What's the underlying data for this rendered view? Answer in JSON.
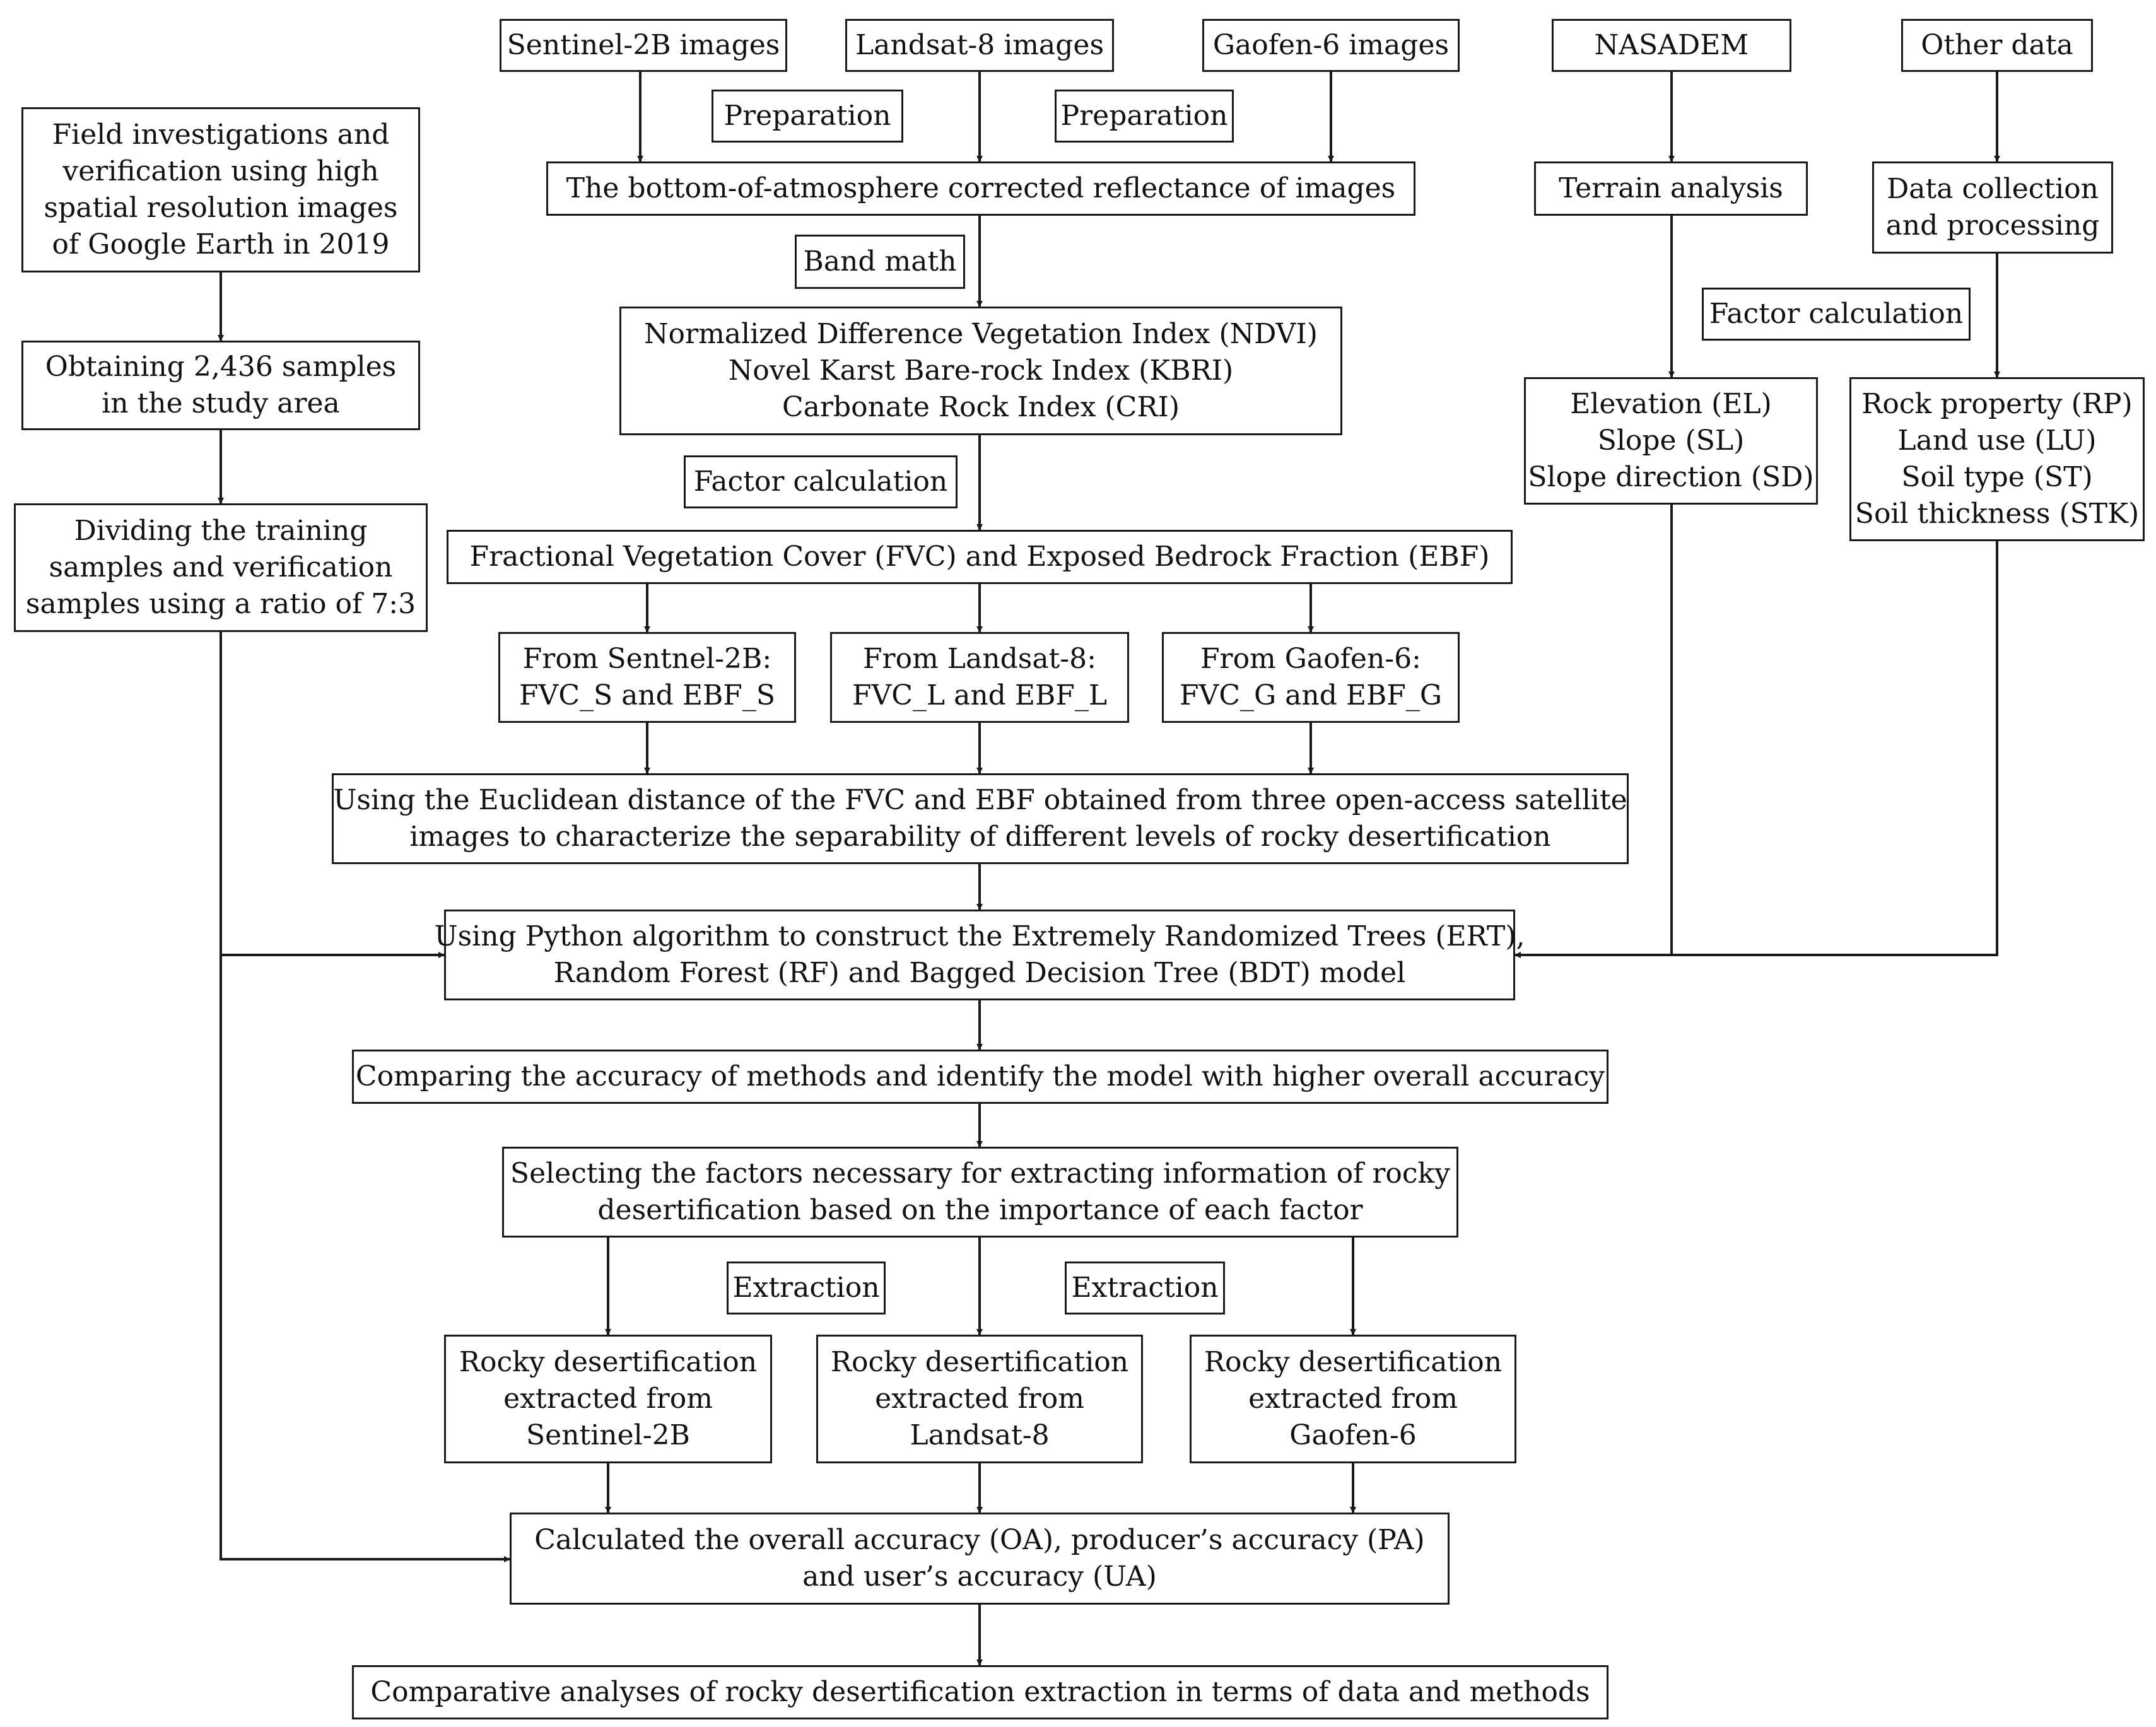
{
  "diagram": {
    "nodes": {
      "sentinel_images": {
        "lines": [
          "Sentinel-2B images"
        ]
      },
      "landsat_images": {
        "lines": [
          "Landsat-8 images"
        ]
      },
      "gaofen_images": {
        "lines": [
          "Gaofen-6 images"
        ]
      },
      "nasadem": {
        "lines": [
          "NASADEM"
        ]
      },
      "other_data": {
        "lines": [
          "Other data"
        ]
      },
      "field_investigations": {
        "lines": [
          "Field investigations and",
          "verification using high",
          "spatial resolution images",
          "of Google Earth in 2019"
        ]
      },
      "preparation_1": {
        "lines": [
          "Preparation"
        ]
      },
      "preparation_2": {
        "lines": [
          "Preparation"
        ]
      },
      "boa_reflectance": {
        "lines": [
          "The bottom-of-atmosphere corrected reflectance of images"
        ]
      },
      "terrain_analysis": {
        "lines": [
          "Terrain analysis"
        ]
      },
      "data_collection": {
        "lines": [
          "Data collection",
          "and processing"
        ]
      },
      "band_math": {
        "lines": [
          "Band math"
        ]
      },
      "factor_calc_right": {
        "lines": [
          "Factor calculation"
        ]
      },
      "indices": {
        "lines": [
          "Normalized Difference Vegetation Index (NDVI)",
          "Novel Karst Bare-rock Index (KBRI)",
          "Carbonate Rock Index (CRI)"
        ]
      },
      "obtaining_samples": {
        "lines": [
          "Obtaining 2,436 samples",
          "in the study area"
        ]
      },
      "terrain_factors": {
        "lines": [
          "Elevation (EL)",
          "Slope (SL)",
          "Slope direction (SD)"
        ]
      },
      "other_factors": {
        "lines": [
          "Rock property (RP)",
          "Land use (LU)",
          "Soil type (ST)",
          "Soil thickness (STK)"
        ]
      },
      "factor_calc_mid": {
        "lines": [
          "Factor calculation"
        ]
      },
      "dividing_samples": {
        "lines": [
          "Dividing the training",
          "samples and verification",
          "samples using a ratio of 7:3"
        ]
      },
      "fvc_ebf": {
        "lines": [
          "Fractional Vegetation Cover (FVC) and Exposed Bedrock Fraction (EBF)"
        ]
      },
      "from_sentinel": {
        "lines": [
          "From Sentnel-2B:",
          "FVC_S and EBF_S"
        ]
      },
      "from_landsat": {
        "lines": [
          "From Landsat-8:",
          "FVC_L and EBF_L"
        ]
      },
      "from_gaofen": {
        "lines": [
          "From Gaofen-6:",
          "FVC_G and EBF_G"
        ]
      },
      "euclidean": {
        "lines": [
          "Using the Euclidean distance of the FVC and EBF obtained from three open-access satellite",
          "images to characterize the separability of different levels of rocky desertification"
        ]
      },
      "python_models": {
        "lines": [
          "Using Python algorithm to construct the Extremely Randomized Trees (ERT),",
          "Random Forest (RF) and Bagged Decision Tree (BDT) model"
        ]
      },
      "comparing_accuracy": {
        "lines": [
          "Comparing the accuracy of methods and identify the model with higher overall accuracy"
        ]
      },
      "selecting_factors": {
        "lines": [
          "Selecting the factors necessary for extracting information of rocky",
          "desertification based on the importance of each factor"
        ]
      },
      "extraction_1": {
        "lines": [
          "Extraction"
        ]
      },
      "extraction_2": {
        "lines": [
          "Extraction"
        ]
      },
      "rd_sentinel": {
        "lines": [
          "Rocky desertification",
          "extracted from",
          "Sentinel-2B"
        ]
      },
      "rd_landsat": {
        "lines": [
          "Rocky desertification",
          "extracted from",
          "Landsat-8"
        ]
      },
      "rd_gaofen": {
        "lines": [
          "Rocky desertification",
          "extracted from",
          "Gaofen-6"
        ]
      },
      "calc_accuracy": {
        "lines": [
          "Calculated the overall accuracy (OA), producer’s accuracy (PA)",
          "and user’s accuracy (UA)"
        ]
      },
      "comparative_analyses": {
        "lines": [
          "Comparative analyses of rocky desertification extraction in terms of data and methods"
        ]
      }
    }
  }
}
